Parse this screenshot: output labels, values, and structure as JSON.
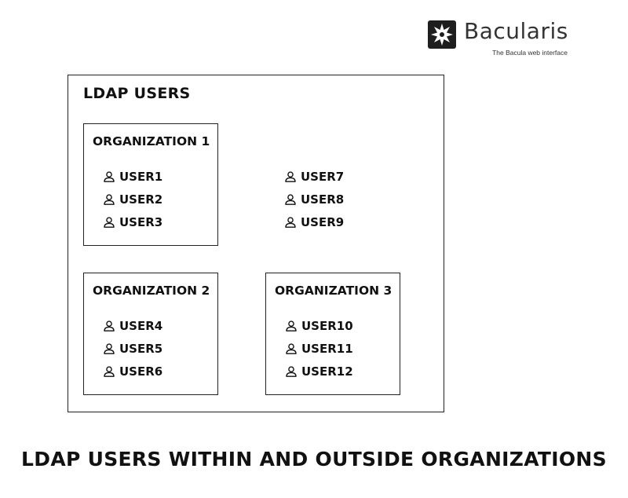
{
  "logo": {
    "name": "Bacularis",
    "tagline": "The Bacula web interface"
  },
  "ldap": {
    "title": "LDAP USERS",
    "organizations": [
      {
        "title": "ORGANIZATION 1",
        "users": [
          "USER1",
          "USER2",
          "USER3"
        ]
      },
      {
        "title": "ORGANIZATION 2",
        "users": [
          "USER4",
          "USER5",
          "USER6"
        ]
      },
      {
        "title": "ORGANIZATION 3",
        "users": [
          "USER10",
          "USER11",
          "USER12"
        ]
      }
    ],
    "unassigned_users": [
      "USER7",
      "USER8",
      "USER9"
    ]
  },
  "caption": "LDAP USERS WITHIN AND OUTSIDE ORGANIZATIONS",
  "icons": {
    "user": "user-icon",
    "logo": "bacularis-logo-icon"
  },
  "colors": {
    "line": "#222222",
    "text": "#111111",
    "logo_bg": "#1e1e1e"
  }
}
